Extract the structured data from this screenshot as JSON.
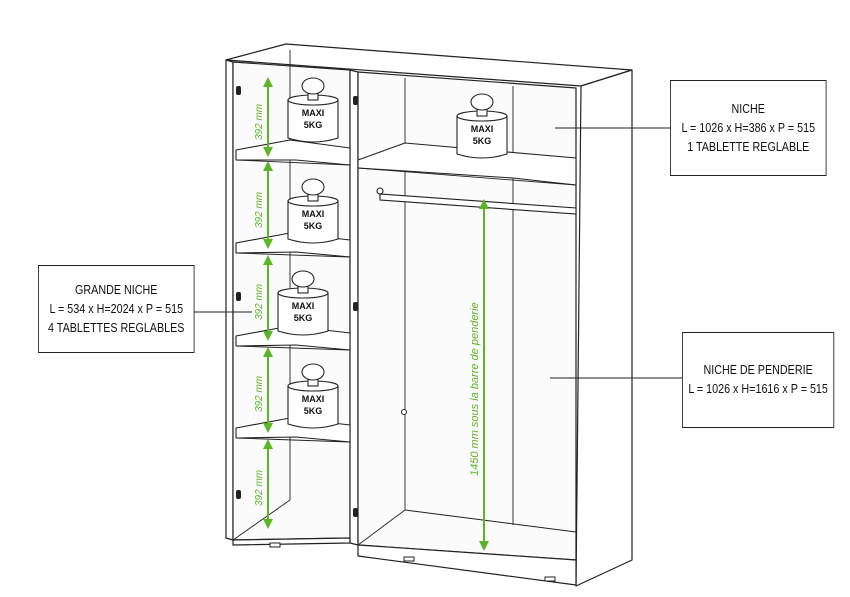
{
  "colors": {
    "line": "#222222",
    "measure": "#5db426",
    "panel": "#ffffff",
    "shadow": "#f1f1f1"
  },
  "weights": [
    {
      "top": "MAXI",
      "bottom": "5KG"
    },
    {
      "top": "MAXI",
      "bottom": "5KG"
    },
    {
      "top": "MAXI",
      "bottom": "5KG"
    },
    {
      "top": "MAXI",
      "bottom": "5KG"
    },
    {
      "top": "MAXI",
      "bottom": "5KG"
    }
  ],
  "measures": {
    "shelf_gap": "392 mm",
    "rail_height": "1450 mm sous la barre de penderie"
  },
  "callouts": {
    "niche": {
      "line1": "NICHE",
      "line2": "L = 1026 x H=386 x P = 515",
      "line3": "1 TABLETTE REGLABLE"
    },
    "grande_niche": {
      "line1": "GRANDE  NICHE",
      "line2": "L = 534 x H=2024 x P = 515",
      "line3": "4 TABLETTES REGLABLES"
    },
    "penderie": {
      "line1": "NICHE DE PENDERIE",
      "line2": "L = 1026 x H=1616 x P = 515"
    }
  }
}
